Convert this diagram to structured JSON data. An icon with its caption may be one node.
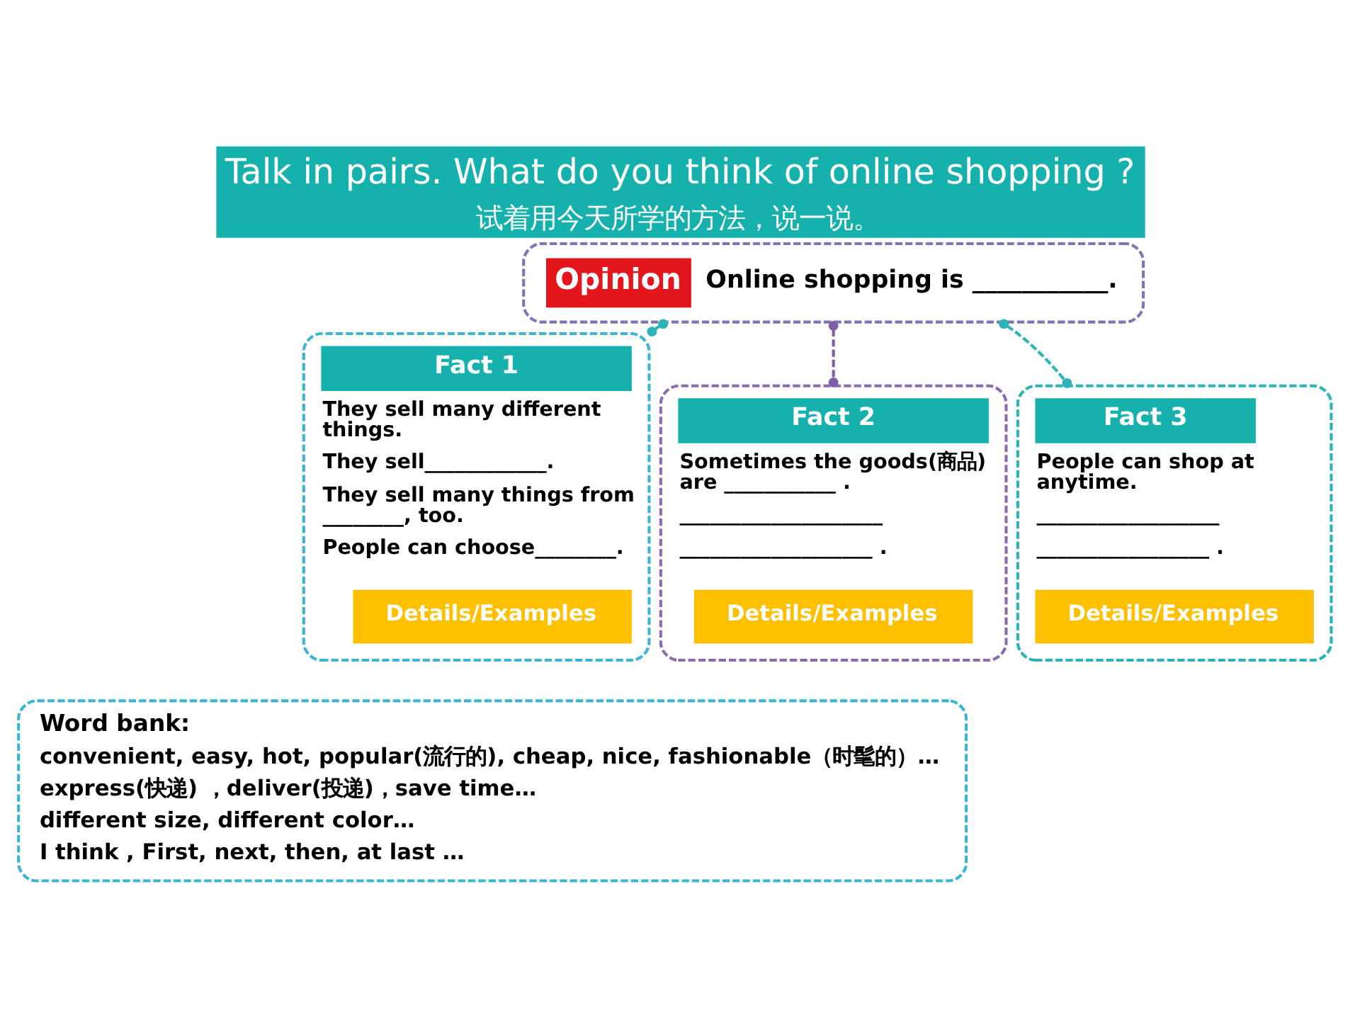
{
  "diagram": {
    "title": "Talk in pairs. What do you think of online shopping ?",
    "caption": "试着用今天所学的方法，说一说。",
    "nodes": [
      {
        "text": [
          "Opinion",
          "Online shopping is ___________."
        ]
      },
      {
        "text": [
          "Fact 1",
          "They sell many different things.",
          "They sell____________.",
          "They sell many things from ________, too.",
          "People can choose________."
        ]
      },
      {
        "text": [
          "Details/Examples"
        ],
        "in": 1
      },
      {
        "text": [
          "Fact 2",
          "Sometimes the goods(商品) are ___________ .",
          "____________________",
          "___________________ ."
        ]
      },
      {
        "text": [
          "Details/Examples"
        ],
        "in": 3
      },
      {
        "text": [
          "Fact 3",
          "People can shop at anytime.",
          "__________________",
          "_________________ ."
        ]
      },
      {
        "text": [
          "Details/Examples"
        ],
        "in": 5
      },
      {
        "text": [
          "Word bank:",
          "convenient, easy, hot, popular(流行的), cheap, nice, fashionable（时髦的）…",
          "express(快递) ，deliver(投递)，save time…",
          "different size, different color…",
          "I think , First, next, then, at last …"
        ]
      }
    ],
    "edges": [
      {
        "from": 0,
        "to": 1,
        "arrow": "other",
        "style": "dashed"
      },
      {
        "from": 0,
        "to": 3,
        "arrow": "other",
        "style": "dashed",
        "color": "#7e5fa6"
      },
      {
        "from": 0,
        "to": 5,
        "arrow": "other",
        "style": "dashed"
      }
    ]
  }
}
